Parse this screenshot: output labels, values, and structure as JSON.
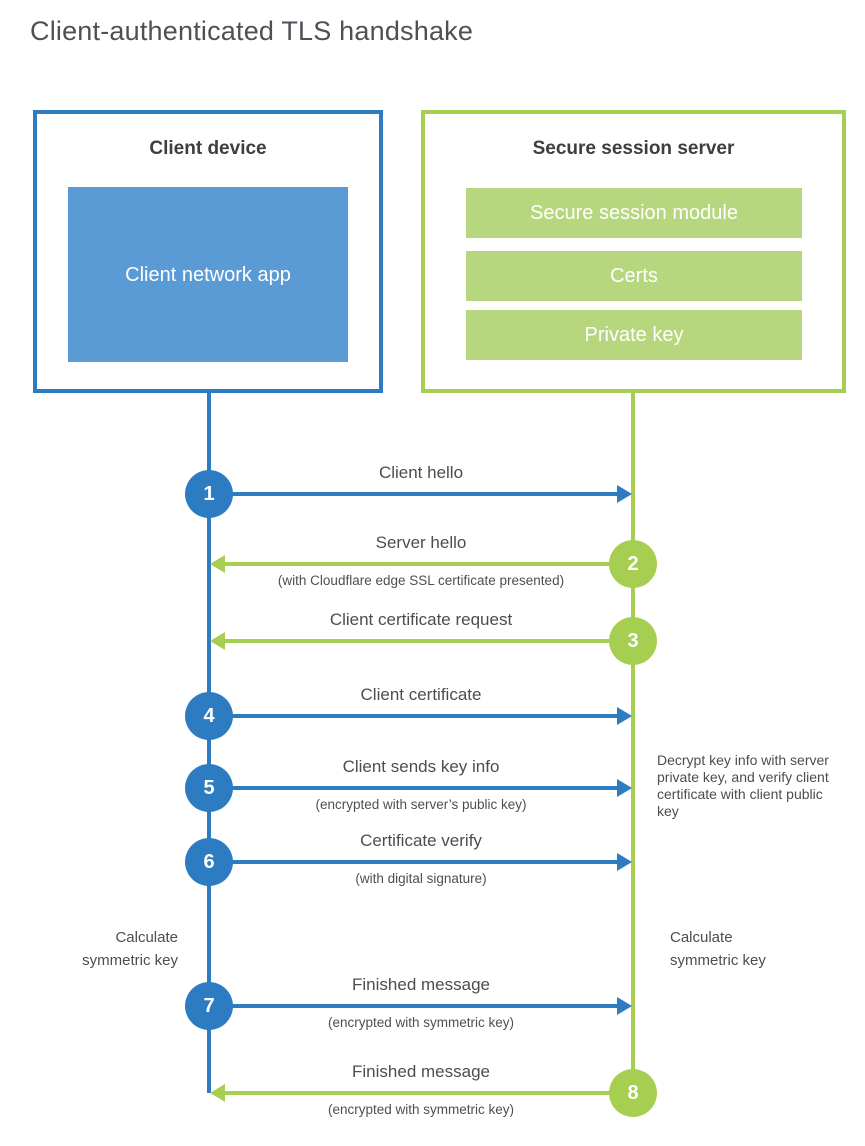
{
  "title": "Client-authenticated TLS handshake",
  "colors": {
    "blue": "#2d7cc1",
    "blue_fill": "#5b9bd5",
    "green": "#a6ce50",
    "green_fill": "#b7d77e",
    "title_gray": "#4d5156",
    "label_gray": "#4d4d4d"
  },
  "client": {
    "title": "Client device",
    "app_label": "Client network app"
  },
  "server": {
    "title": "Secure session server",
    "modules": [
      "Secure session module",
      "Certs",
      "Private key"
    ]
  },
  "steps": [
    {
      "num": "1",
      "label": "Client hello",
      "sub": "",
      "direction": "client-to-server"
    },
    {
      "num": "2",
      "label": "Server hello",
      "sub": "(with Cloudflare edge SSL certificate presented)",
      "direction": "server-to-client"
    },
    {
      "num": "3",
      "label": "Client certificate request",
      "sub": "",
      "direction": "server-to-client"
    },
    {
      "num": "4",
      "label": "Client certificate",
      "sub": "",
      "direction": "client-to-server"
    },
    {
      "num": "5",
      "label": "Client sends key info",
      "sub": "(encrypted with server’s public key)",
      "direction": "client-to-server"
    },
    {
      "num": "6",
      "label": "Certificate verify",
      "sub": "(with digital signature)",
      "direction": "client-to-server"
    },
    {
      "num": "7",
      "label": "Finished message",
      "sub": "(encrypted with symmetric key)",
      "direction": "client-to-server"
    },
    {
      "num": "8",
      "label": "Finished message",
      "sub": "(encrypted with symmetric key)",
      "direction": "server-to-client"
    }
  ],
  "annotations": {
    "decrypt_note": "Decrypt key info with server private key, and verify client certificate with client public key",
    "calc_left": "Calculate symmetric key",
    "calc_right": "Calculate symmetric key"
  }
}
